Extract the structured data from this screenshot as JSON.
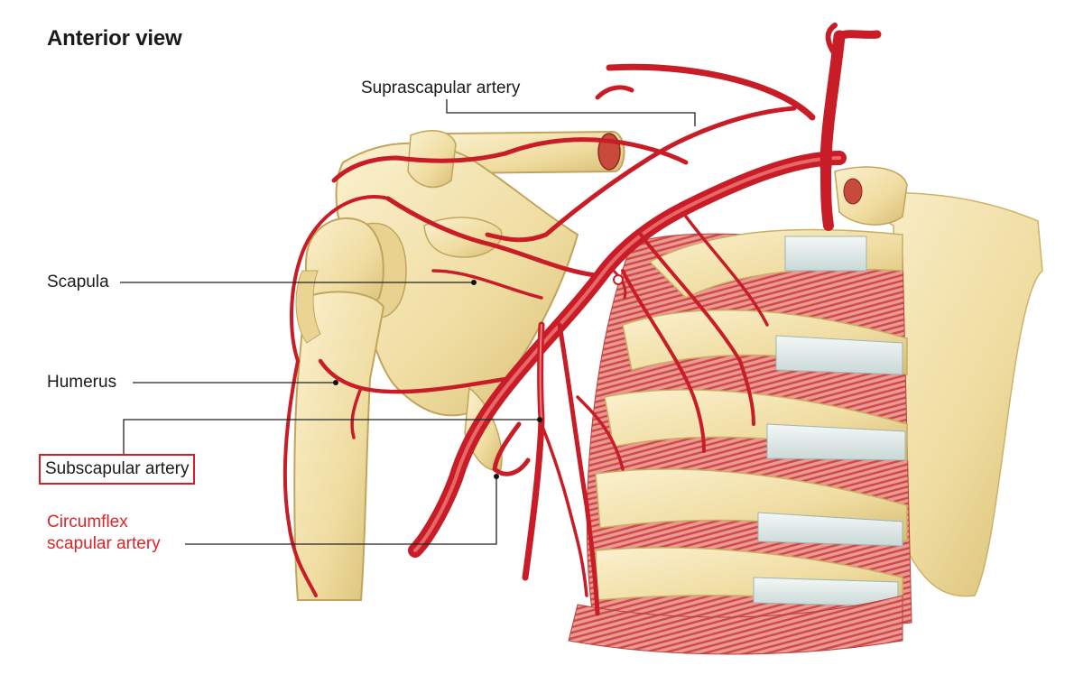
{
  "title": "Anterior view",
  "labels": {
    "suprascapular": "Suprascapular artery",
    "scapula": "Scapula",
    "humerus": "Humerus",
    "subscapular": "Subscapular artery",
    "circumflex_line1": "Circumflex",
    "circumflex_line2": "scapular artery"
  },
  "highlighted_label": "subscapular",
  "colors": {
    "bone": "#f2e2ad",
    "bone_shadow": "#d9c27a",
    "artery": "#d8222c",
    "artery_highlight": "#f06a6a",
    "muscle": "#e07070",
    "cartilage": "#e3ecec",
    "leader_line": "#222222",
    "highlight_box": "#d81f26",
    "red_label": "#e0222a"
  }
}
